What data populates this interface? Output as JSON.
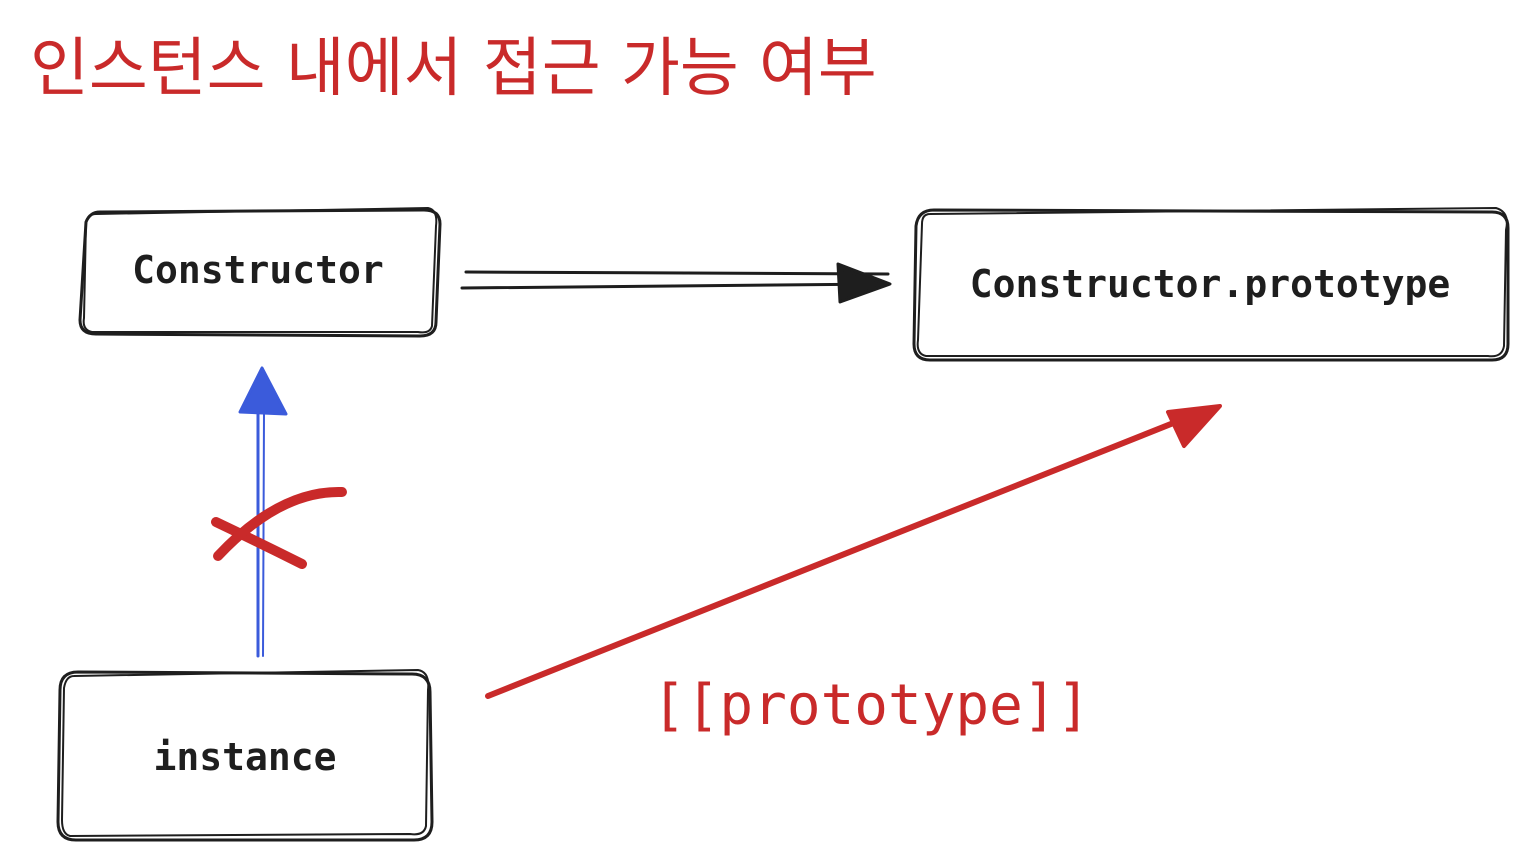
{
  "title": "인스턴스 내에서 접근 가능 여부",
  "nodes": {
    "constructor": {
      "label": "Constructor"
    },
    "prototype": {
      "label": "Constructor.prototype"
    },
    "instance": {
      "label": "instance"
    }
  },
  "edges": {
    "constructor_to_prototype": {
      "from": "Constructor",
      "to": "Constructor.prototype",
      "color": "#1e1e1e"
    },
    "instance_to_constructor": {
      "from": "instance",
      "to": "Constructor",
      "color": "#3b5bdb",
      "blocked": true,
      "mark_color": "#c92a2a"
    },
    "instance_to_prototype": {
      "from": "instance",
      "to": "Constructor.prototype",
      "color": "#c92a2a",
      "label": "[[prototype]]"
    }
  },
  "colors": {
    "title": "#c92a2a",
    "stroke": "#1e1e1e",
    "blue_arrow": "#3b5bdb",
    "red": "#c92a2a"
  }
}
